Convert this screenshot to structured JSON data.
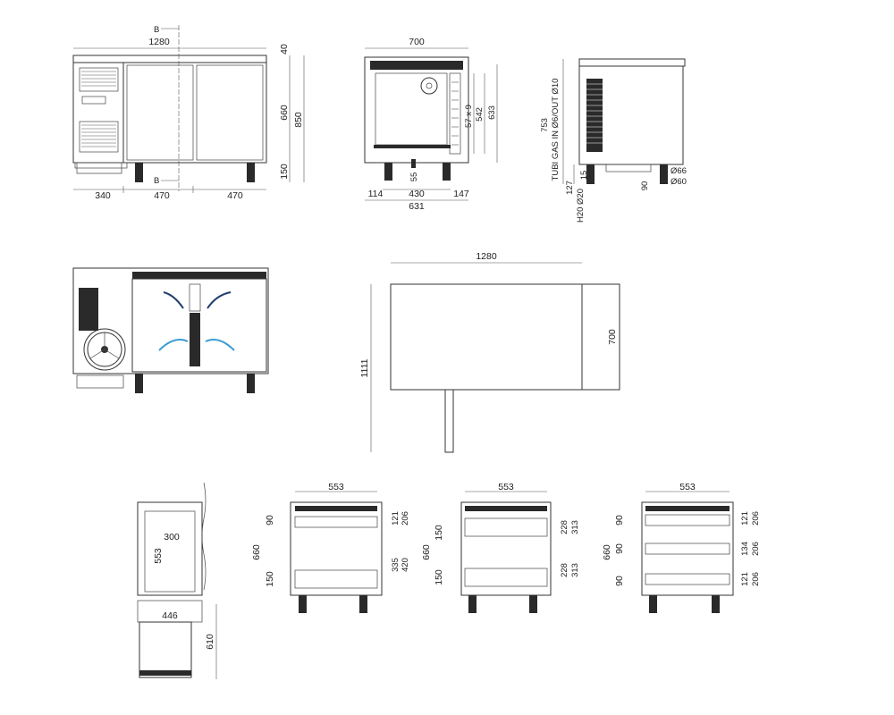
{
  "front_view": {
    "width": "1280",
    "top": "40",
    "body": "660",
    "total": "850",
    "legs": "150",
    "w_left": "340",
    "w_mid": "470",
    "w_right": "470",
    "section_mark": "B"
  },
  "side_section": {
    "width": "700",
    "depth": "631",
    "left": "114",
    "inner": "430",
    "right": "147",
    "fan_gap": "55",
    "shelves": "57 x 9",
    "inner_height": "542",
    "height": "633"
  },
  "side_view": {
    "height": "753",
    "gas_label": "TUBI GAS IN Ø6/OUT Ø10",
    "drain_label": "H20 Ø20",
    "h127": "127",
    "h15": "15",
    "h90": "90",
    "d66": "Ø66",
    "d60": "Ø60"
  },
  "plan_view": {
    "width": "1280",
    "depth": "700",
    "overall": "1111"
  },
  "door_detail": {
    "w300": "300",
    "h553": "553",
    "w446": "446",
    "h610": "610"
  },
  "drawer_2": {
    "width": "553",
    "height": "660",
    "top": "90",
    "bottom": "150",
    "r121": "121",
    "r206": "206",
    "r335": "335",
    "r420": "420"
  },
  "drawer_2b": {
    "width": "553",
    "height": "660",
    "top": "150",
    "bottom": "150",
    "r228a": "228",
    "r313a": "313",
    "r228b": "228",
    "r313b": "313"
  },
  "drawer_3": {
    "width": "553",
    "height": "660",
    "a": "90",
    "b": "90",
    "c": "90",
    "r121a": "121",
    "r206a": "206",
    "r134": "134",
    "r206b": "206",
    "r121b": "121",
    "r206c": "206"
  }
}
